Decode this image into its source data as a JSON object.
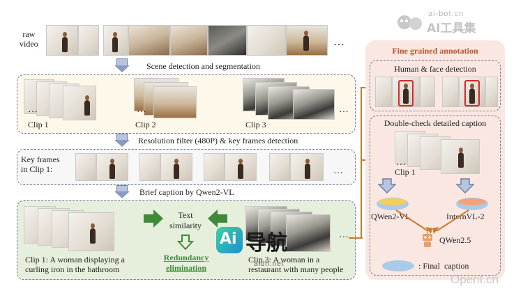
{
  "watermarks": {
    "top_right_line1": "ai-bot.cn",
    "top_right_line2": "AI工具集",
    "center_brand": "导航",
    "center_url": "aidh.net",
    "bottom_right": "OpenI.cn"
  },
  "left": {
    "raw_video_label": "raw\nvideo",
    "ellipsis": "…",
    "step1": "Scene detection and segmentation",
    "clips": [
      "Clip 1",
      "Clip 2",
      "Clip 3"
    ],
    "step2": "Resolution filter (480P) & key frames detection",
    "keyframes_label": "Key frames\nin Clip 1:",
    "step3": "Brief caption by Qwen2-VL",
    "caption1": "Clip 1: A woman displaying a\ncurling iron in the bathroom",
    "caption3": "Clip 3: A woman in a\nrestaurant with many people",
    "text_similarity": "Text\nsimilarity",
    "redundancy": "Redundancy\nelimination"
  },
  "right": {
    "title": "Fine grained annotation",
    "human_face": "Human & face detection",
    "double_check": "Double-check detailed caption",
    "clip_label": "Clip 1",
    "model1": "QWen2-VL",
    "model2": "InternVL-2",
    "model3": "QWen2.5",
    "final_caption": ": Final  caption"
  },
  "colors": {
    "panel_border": "#6e7592",
    "arrow_fill": "#b9c5de",
    "green_arrow": "#3f8a3a",
    "orange_arrow": "#c87c2a",
    "right_bg": "#fbe7e2",
    "red_box": "#d42a2a"
  }
}
